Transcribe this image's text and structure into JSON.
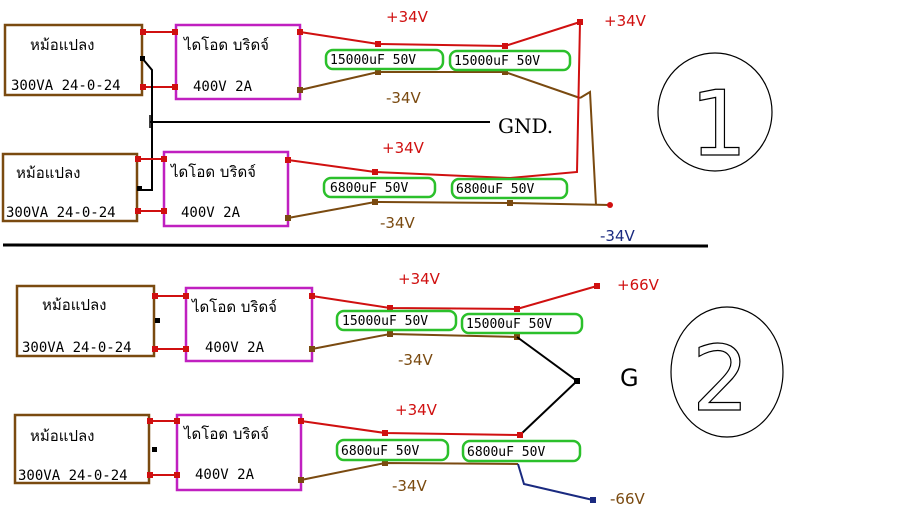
{
  "colors": {
    "transformer_border": "#7a4a10",
    "bridge_border": "#c020c0",
    "cap_border": "#2bc02b",
    "positive": "#d01010",
    "negative": "#7a4a10",
    "blue": "#1a2a80"
  },
  "section1": {
    "transformer_a": {
      "name": "หม้อแปลง",
      "rating": "300VA 24-0-24"
    },
    "bridge_a": {
      "name": "ไดโอด บริดจ์",
      "rating": "400V 2A"
    },
    "cap_a1": "15000uF 50V",
    "cap_a2": "15000uF 50V",
    "v_top_pos": "+34V",
    "v_top_neg": "-34V",
    "v_out_pos": "+34V",
    "gnd_label": "GND.",
    "transformer_b": {
      "name": "หม้อแปลง",
      "rating": "300VA 24-0-24"
    },
    "bridge_b": {
      "name": "ไดโอด บริดจ์",
      "rating": "400V 2A"
    },
    "cap_b1": "6800uF 50V",
    "cap_b2": "6800uF 50V",
    "v_bot_pos": "+34V",
    "v_bot_neg": "-34V",
    "v_out_neg": "-34V",
    "number": "1"
  },
  "section2": {
    "transformer_a": {
      "name": "หม้อแปลง",
      "rating": "300VA 24-0-24"
    },
    "bridge_a": {
      "name": "ไดโอด บริดจ์",
      "rating": "400V 2A"
    },
    "cap_a1": "15000uF 50V",
    "cap_a2": "15000uF 50V",
    "v_top_pos": "+34V",
    "v_top_neg": "-34V",
    "v_out_pos": "+66V",
    "g_label": "G",
    "transformer_b": {
      "name": "หม้อแปลง",
      "rating": "300VA 24-0-24"
    },
    "bridge_b": {
      "name": "ไดโอด บริดจ์",
      "rating": "400V 2A"
    },
    "cap_b1": "6800uF 50V",
    "cap_b2": "6800uF 50V",
    "v_bot_pos": "+34V",
    "v_bot_neg": "-34V",
    "v_out_neg": "-66V",
    "number": "2"
  }
}
